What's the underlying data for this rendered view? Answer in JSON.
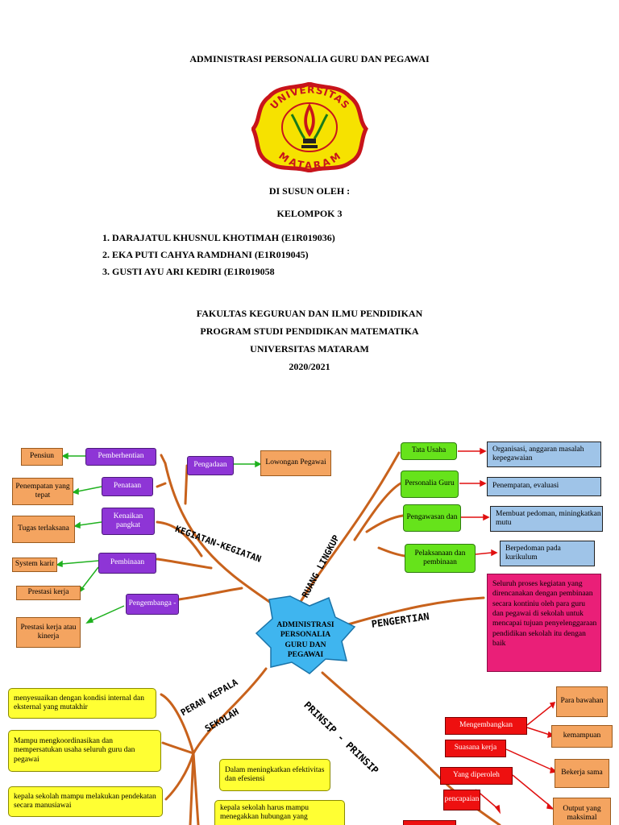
{
  "header": {
    "title": "ADMINISTRASI PERSONALIA GURU DAN PEGAWAI",
    "logo_text_top": "UNIVERSITAS",
    "logo_text_bottom": "MATARAM",
    "prepared_by": "DI SUSUN OLEH :",
    "group": "KELOMPOK 3",
    "members": [
      "1.  DARAJATUL KHUSNUL KHOTIMAH (E1R019036)",
      "2.  EKA PUTI CAHYA RAMDHANI (E1R019045)",
      "3.  GUSTI AYU ARI KEDIRI (E1R019058"
    ],
    "faculty": "FAKULTAS KEGURUAN DAN ILMU PENDIDIKAN",
    "program": "PROGRAM STUDI PENDIDIKAN MATEMATIKA",
    "university": "UNIVERSITAS MATARAM",
    "year": "2020/2021"
  },
  "mindmap": {
    "center": [
      "ADMINISTRASI",
      "PERSONALIA",
      "GURU DAN",
      "PEGAWAI"
    ],
    "branch_labels": {
      "kegiatan": "KEGIATAN-KEGIATAN",
      "ruang": "RUANG LINGKUP",
      "pengertian": "PENGERTIAN",
      "peran_line1": "PERAN KEPALA",
      "peran_line2": "SEKOLAH",
      "prinsip": "PRINSIP - PRINSIP"
    },
    "kegiatan": {
      "pemberhentian": "Pemberhentian",
      "pensiun": "Pensiun",
      "pengadaan": "Pengadaan",
      "lowongan": "Lowongan Pegawai",
      "penataan": "Penataan",
      "penempatan": "Penempatan yang tepat",
      "kenaikan": "Kenaikan pangkat",
      "tugas": "Tugas terlaksana",
      "pembinaan": "Pembinaan",
      "karir": "System karir",
      "prestasi": "Prestasi kerja",
      "pengembangan": "Pengembanga -",
      "kinerja": "Prestasi kerja atau kinerja"
    },
    "ruang": {
      "tata_usaha": "Tata Usaha",
      "tata_usaha_desc": "Organisasi, anggaran masalah kepegawaian",
      "personalia": "Personalia Guru",
      "personalia_desc": "Penempatan, evaluasi",
      "pengawasan": "Pengawasan dan",
      "pengawasan_desc": "Membuat pedoman, miningkatkan mutu",
      "pelaksanaan": "Pelaksanaan dan pembinaan",
      "pelaksanaan_desc": "Berpedoman pada kurikulum"
    },
    "pengertian_text": "Seluruh proses kegiatan yang direncanakan dengan pembinaan secara kontiniu oleh para guru dan pegawai di sekolah untuk mencapai tujuan penyelenggaraan pendidikan sekolah itu dengan baik",
    "peran": [
      "menyesuaikan dengan kondisi internal dan eksternal yang mutakhir",
      "Mampu mengkoordinasikan dan mempersatukan usaha seluruh guru dan pegawai",
      "kepala sekolah mampu melakukan pendekatan secara manusiawai",
      "Dalam meningkatkan efektivitas dan efesiensi",
      "kepala sekolah harus mampu menegakkan hubungan yang"
    ],
    "prinsip": {
      "items": [
        "Mengembangkan",
        "Suasana kerja",
        "Yang diperoleh",
        "pencapaian"
      ],
      "results": [
        "Para bawahan",
        "kemampuan",
        "Bekerja sama",
        "Output yang maksimal"
      ]
    },
    "colors": {
      "orange": "#f4a460",
      "purple": "#8e35d6",
      "green": "#66e31b",
      "blue": "#9fc4e8",
      "pink": "#ea1f78",
      "red": "#ee1010",
      "yellow": "#ffff33",
      "star": "#3fb5ef",
      "branch": "#c8621c"
    }
  }
}
